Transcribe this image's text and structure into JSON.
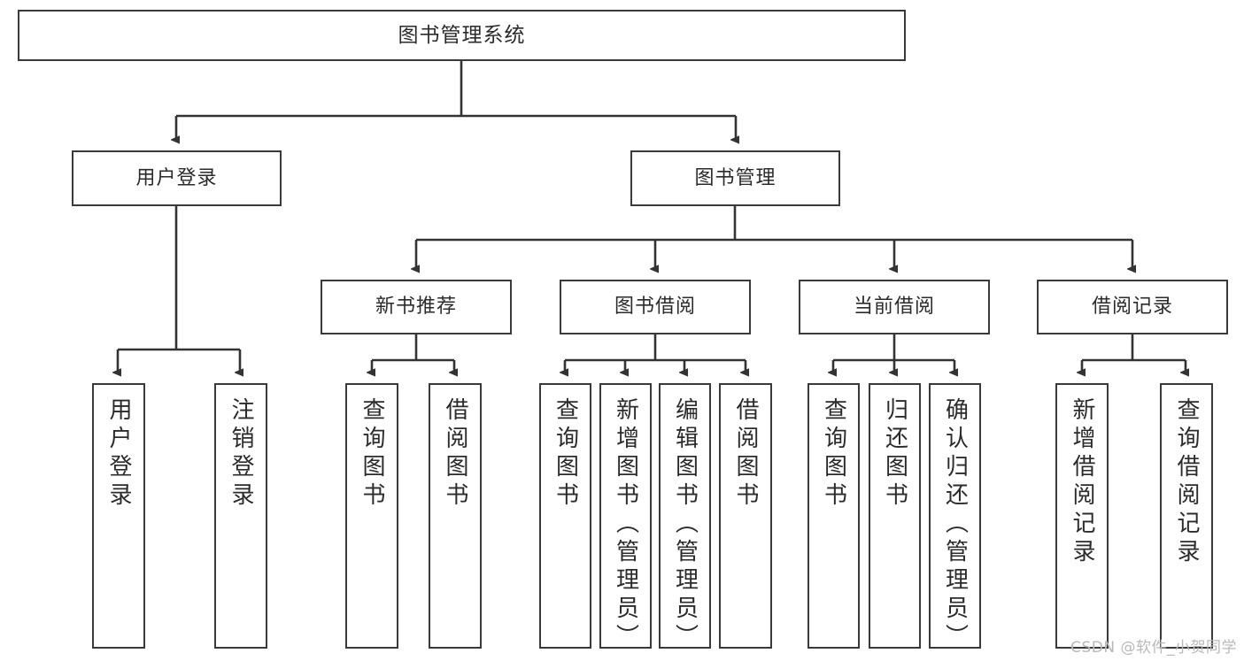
{
  "diagram": {
    "title": "图书管理系统",
    "watermark": "CSDN @软件_小贺同学",
    "colors": {
      "box_border": "#3a3a3a",
      "box_fill": "#ffffff",
      "edge": "#333333",
      "text": "#2b2b2b",
      "watermark": "#b9b9b9",
      "background": "#ffffff"
    },
    "nodes": {
      "root": {
        "label": "图书管理系统"
      },
      "level2": [
        {
          "id": "user-login",
          "label": "用户登录"
        },
        {
          "id": "book-management",
          "label": "图书管理"
        }
      ],
      "level3": [
        {
          "id": "new-book-recommend",
          "label": "新书推荐"
        },
        {
          "id": "book-borrow",
          "label": "图书借阅"
        },
        {
          "id": "current-borrow",
          "label": "当前借阅"
        },
        {
          "id": "borrow-record",
          "label": "借阅记录"
        }
      ],
      "leaves": {
        "user-login": [
          {
            "id": "leaf-user-login",
            "label": "用户登录"
          },
          {
            "id": "leaf-logout-login",
            "label": "注销登录"
          }
        ],
        "new-book-recommend": [
          {
            "id": "leaf-query-book-1",
            "label": "查询图书"
          },
          {
            "id": "leaf-borrow-book-1",
            "label": "借阅图书"
          }
        ],
        "book-borrow": [
          {
            "id": "leaf-query-book-2",
            "label": "查询图书"
          },
          {
            "id": "leaf-add-book",
            "label": "新增图书（管理员）"
          },
          {
            "id": "leaf-edit-book",
            "label": "编辑图书（管理员）"
          },
          {
            "id": "leaf-borrow-book-2",
            "label": "借阅图书"
          }
        ],
        "current-borrow": [
          {
            "id": "leaf-query-book-3",
            "label": "查询图书"
          },
          {
            "id": "leaf-return-book",
            "label": "归还图书"
          },
          {
            "id": "leaf-confirm-return",
            "label": "确认归还（管理员）"
          }
        ],
        "borrow-record": [
          {
            "id": "leaf-add-borrow-record",
            "label": "新增借阅记录"
          },
          {
            "id": "leaf-query-borrow-record",
            "label": "查询借阅记录"
          }
        ]
      }
    }
  }
}
